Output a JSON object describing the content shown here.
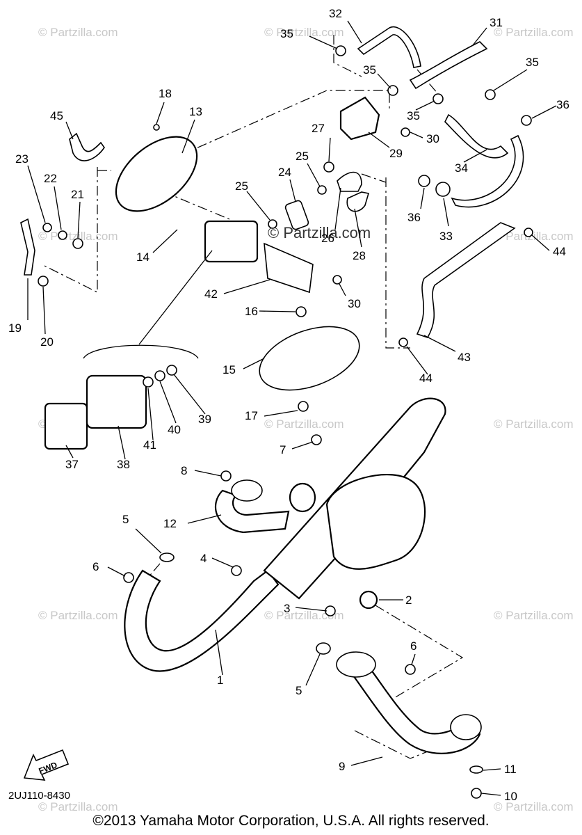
{
  "diagram": {
    "watermark": "© Partzilla.com",
    "center_watermark": "© Partzilla.com",
    "drawing_code": "2UJ110-8430",
    "fwd_label": "FWD",
    "copyright": "©2013 Yamaha Motor Corporation, U.S.A. All rights reserved.",
    "callouts": {
      "c1": "1",
      "c2": "2",
      "c3": "3",
      "c4": "4",
      "c5a": "5",
      "c5b": "5",
      "c6a": "6",
      "c6b": "6",
      "c7": "7",
      "c8": "8",
      "c9": "9",
      "c10": "10",
      "c11": "11",
      "c12": "12",
      "c13": "13",
      "c14": "14",
      "c15": "15",
      "c16": "16",
      "c17": "17",
      "c18": "18",
      "c19": "19",
      "c20": "20",
      "c21": "21",
      "c22": "22",
      "c23": "23",
      "c24": "24",
      "c25a": "25",
      "c25b": "25",
      "c26": "26",
      "c27": "27",
      "c28": "28",
      "c29": "29",
      "c30a": "30",
      "c30b": "30",
      "c31": "31",
      "c32": "32",
      "c33": "33",
      "c34": "34",
      "c35a": "35",
      "c35b": "35",
      "c35c": "35",
      "c35d": "35",
      "c36a": "36",
      "c36b": "36",
      "c37": "37",
      "c38": "38",
      "c39": "39",
      "c40": "40",
      "c41": "41",
      "c42": "42",
      "c43": "43",
      "c44a": "44",
      "c44b": "44",
      "c45": "45"
    }
  }
}
